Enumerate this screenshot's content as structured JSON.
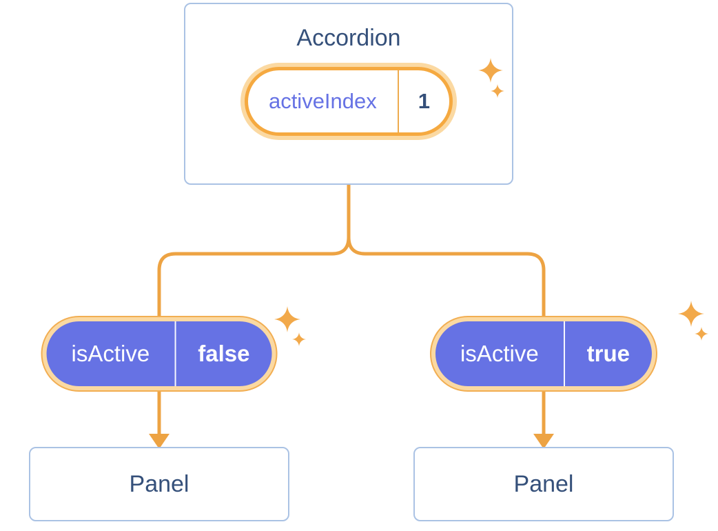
{
  "accordion": {
    "label": "Accordion",
    "state": {
      "name": "activeIndex",
      "value": "1"
    }
  },
  "panels": [
    {
      "prop": {
        "name": "isActive",
        "value": "false"
      },
      "label": "Panel"
    },
    {
      "prop": {
        "name": "isActive",
        "value": "true"
      },
      "label": "Panel"
    }
  ],
  "icons": {
    "sparkle": "✦"
  },
  "colors": {
    "connector_orange": "#eda343",
    "pill_border_orange": "#f5a940",
    "halo_orange": "#fbd9a2",
    "purple": "#6672e4",
    "text_navy": "#35507a",
    "card_border_blue": "#aac2e4"
  }
}
